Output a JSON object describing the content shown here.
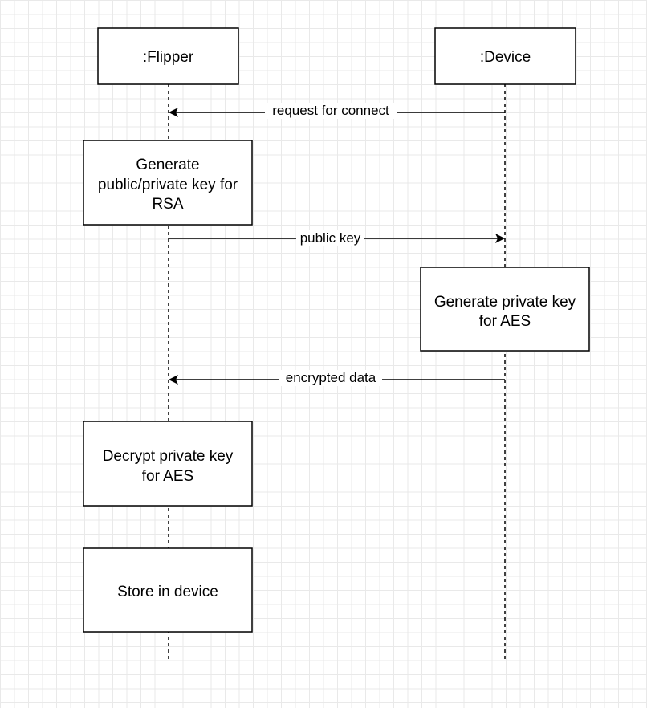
{
  "diagram": {
    "participants": [
      {
        "id": "flipper",
        "label": ":Flipper"
      },
      {
        "id": "device",
        "label": ":Device"
      }
    ],
    "messages": [
      {
        "id": "request",
        "label": "request for connect",
        "from": "device",
        "to": "flipper"
      },
      {
        "id": "public_key",
        "label": "public key",
        "from": "flipper",
        "to": "device"
      },
      {
        "id": "encrypted",
        "label": "encrypted data",
        "from": "device",
        "to": "flipper"
      }
    ],
    "activities": [
      {
        "id": "gen_rsa",
        "lines": [
          "Generate",
          "public/private key for",
          "RSA"
        ],
        "participant": "flipper"
      },
      {
        "id": "gen_aes",
        "lines": [
          "Generate private key",
          "for AES"
        ],
        "participant": "device"
      },
      {
        "id": "decrypt",
        "lines": [
          "Decrypt private key",
          "for AES"
        ],
        "participant": "flipper"
      },
      {
        "id": "store",
        "lines": [
          "Store in device"
        ],
        "participant": "flipper"
      }
    ]
  }
}
